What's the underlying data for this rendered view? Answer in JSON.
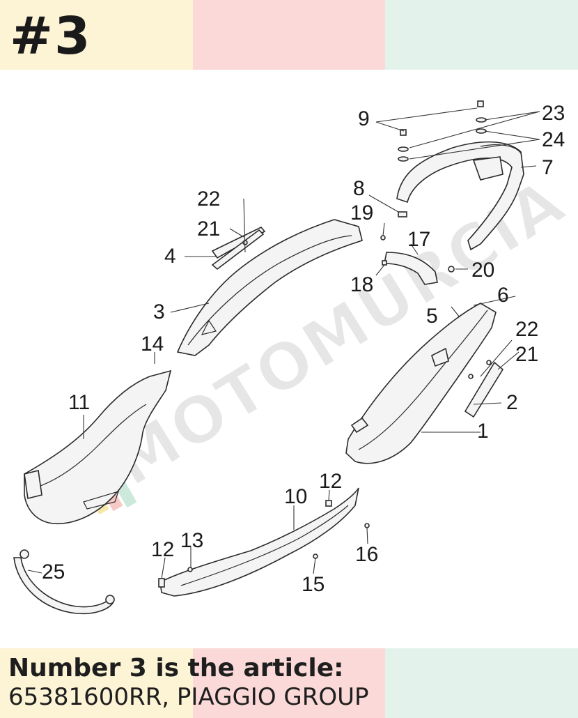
{
  "header": {
    "title": "#3",
    "colors": {
      "yellow": "#fdf4d6",
      "pink": "#fbd9d8",
      "mint": "#e3f3ec"
    }
  },
  "diagram": {
    "watermark": "MOTOMURCIA",
    "callouts": [
      {
        "id": "1",
        "text": "1"
      },
      {
        "id": "2",
        "text": "2"
      },
      {
        "id": "3",
        "text": "3"
      },
      {
        "id": "4",
        "text": "4"
      },
      {
        "id": "5",
        "text": "5"
      },
      {
        "id": "6",
        "text": "6"
      },
      {
        "id": "7",
        "text": "7"
      },
      {
        "id": "8",
        "text": "8"
      },
      {
        "id": "9",
        "text": "9"
      },
      {
        "id": "10",
        "text": "10"
      },
      {
        "id": "11",
        "text": "11"
      },
      {
        "id": "12a",
        "text": "12"
      },
      {
        "id": "12b",
        "text": "12"
      },
      {
        "id": "13",
        "text": "13"
      },
      {
        "id": "14",
        "text": "14"
      },
      {
        "id": "15",
        "text": "15"
      },
      {
        "id": "16",
        "text": "16"
      },
      {
        "id": "17",
        "text": "17"
      },
      {
        "id": "18",
        "text": "18"
      },
      {
        "id": "19",
        "text": "19"
      },
      {
        "id": "20",
        "text": "20"
      },
      {
        "id": "21a",
        "text": "21"
      },
      {
        "id": "21b",
        "text": "21"
      },
      {
        "id": "22a",
        "text": "22"
      },
      {
        "id": "22b",
        "text": "22"
      },
      {
        "id": "23",
        "text": "23"
      },
      {
        "id": "24",
        "text": "24"
      },
      {
        "id": "25",
        "text": "25"
      }
    ]
  },
  "footer": {
    "line1": "Number 3 is the article:",
    "line2": "65381600RR, PIAGGIO GROUP"
  }
}
